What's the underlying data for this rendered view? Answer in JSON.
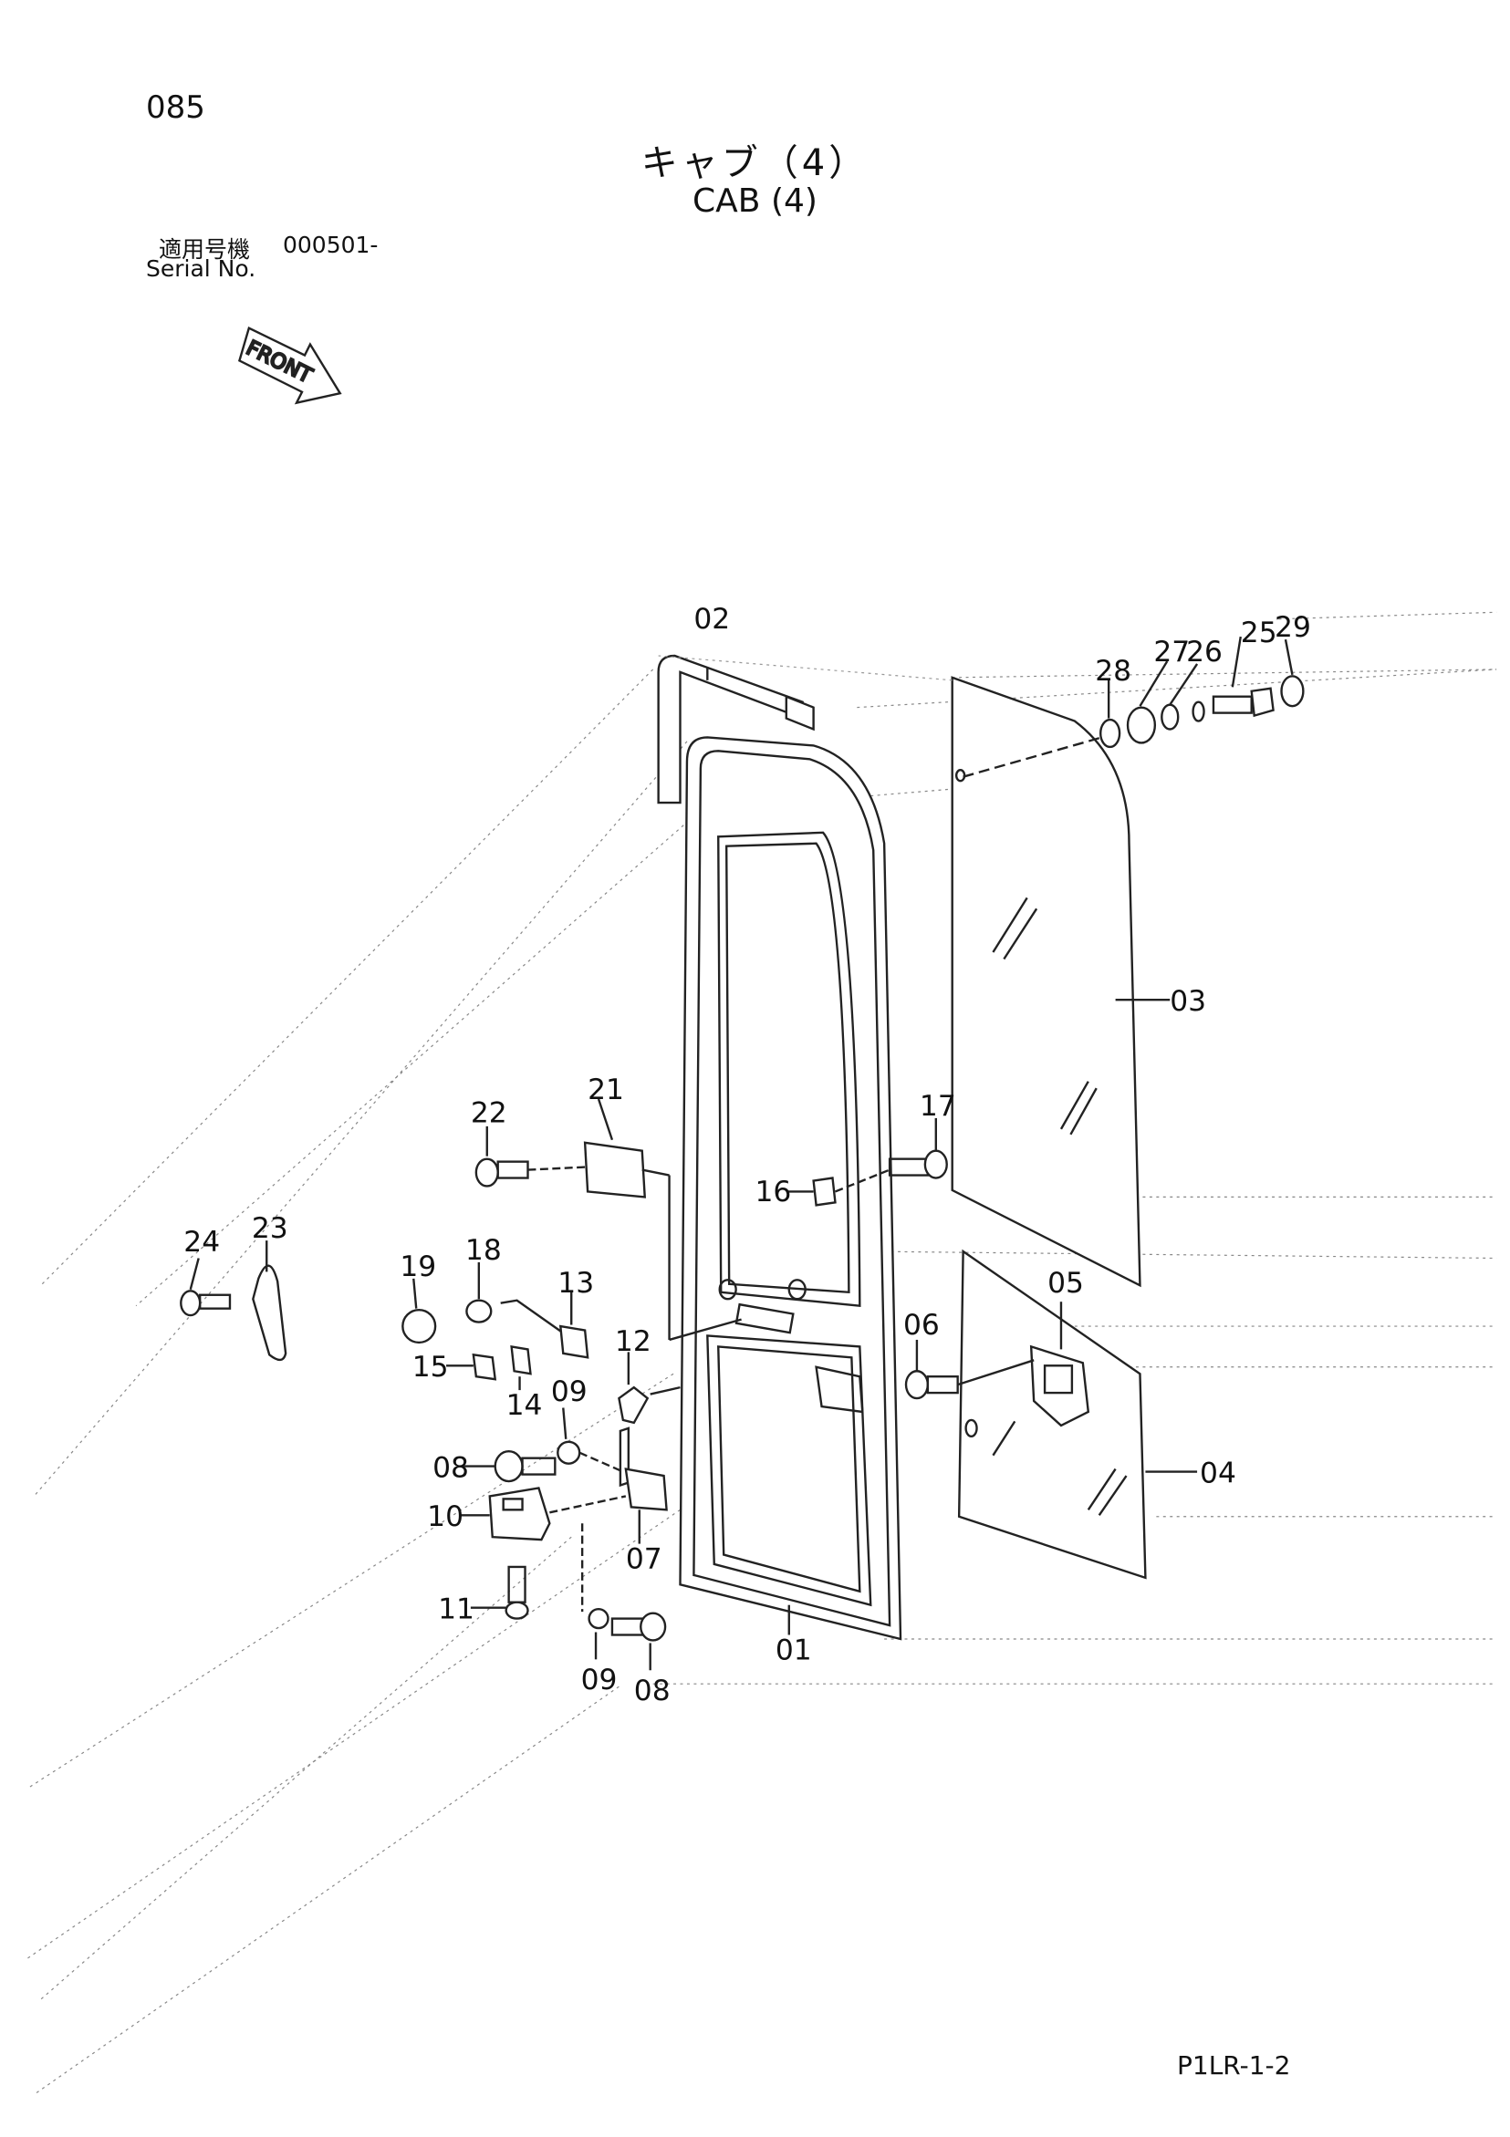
{
  "header": {
    "page_number": "085",
    "title_jp": "キャブ（4）",
    "title_en": "CAB (4)",
    "serial_label_jp": "適用号機",
    "serial_value": "000501-",
    "serial_label_en": "Serial No."
  },
  "front_arrow_label": "FRONT",
  "callouts": {
    "c01": "01",
    "c02": "02",
    "c03": "03",
    "c04": "04",
    "c05": "05",
    "c06": "06",
    "c07": "07",
    "c08a": "08",
    "c08b": "08",
    "c09a": "09",
    "c09b": "09",
    "c10": "10",
    "c11": "11",
    "c12": "12",
    "c13": "13",
    "c14": "14",
    "c15": "15",
    "c16": "16",
    "c17": "17",
    "c18": "18",
    "c19": "19",
    "c21": "21",
    "c22": "22",
    "c23": "23",
    "c24": "24",
    "c25": "25",
    "c26": "26",
    "c27": "27",
    "c28": "28",
    "c29": "29"
  },
  "footer": {
    "doc_code": "P1LR-1-2"
  }
}
